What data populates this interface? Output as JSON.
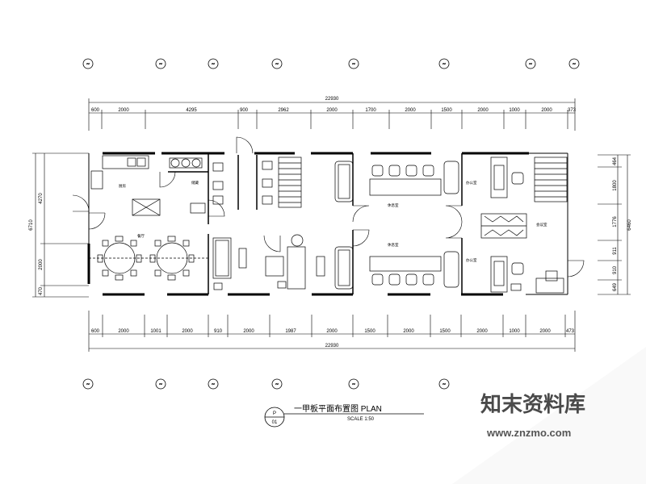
{
  "drawing": {
    "title": "一甲板平面布置图 PLAN",
    "scale_label": "SCALE 1:50",
    "symbol_top": "P",
    "symbol_bottom": "01"
  },
  "dimensions": {
    "top_total": "22930",
    "top_segments": [
      "600",
      "2000",
      "4295",
      "900",
      "2962",
      "2000",
      "1700",
      "2000",
      "1500",
      "2000",
      "1000",
      "2000",
      "373"
    ],
    "bottom_total": "22930",
    "bottom_segments": [
      "600",
      "2000",
      "1001",
      "2000",
      "910",
      "2000",
      "1987",
      "2000",
      "1500",
      "2000",
      "1500",
      "2000",
      "1000",
      "2000",
      "473"
    ],
    "left_total": "6710",
    "left_segments": [
      "4270",
      "2000",
      "470"
    ],
    "right_total": "6460",
    "right_segments": [
      "464",
      "1800",
      "1776",
      "911",
      "910",
      "649"
    ]
  },
  "axis_markers": {
    "top": [
      "~",
      "~",
      "~",
      "~",
      "~",
      "~",
      "~",
      "~"
    ],
    "bottom": [
      "~",
      "~",
      "~",
      "~",
      "~",
      "~"
    ]
  },
  "rooms": {
    "kitchen": "厨房",
    "store": "储藏",
    "dining": "餐厅",
    "lounge_upper": "休息室",
    "lounge_lower": "休息室",
    "office_upper": "办公室",
    "office_lower": "办公室",
    "meeting": "会议室"
  },
  "watermark": {
    "brand": "知末资料库",
    "url": "www.znzmo.com"
  }
}
